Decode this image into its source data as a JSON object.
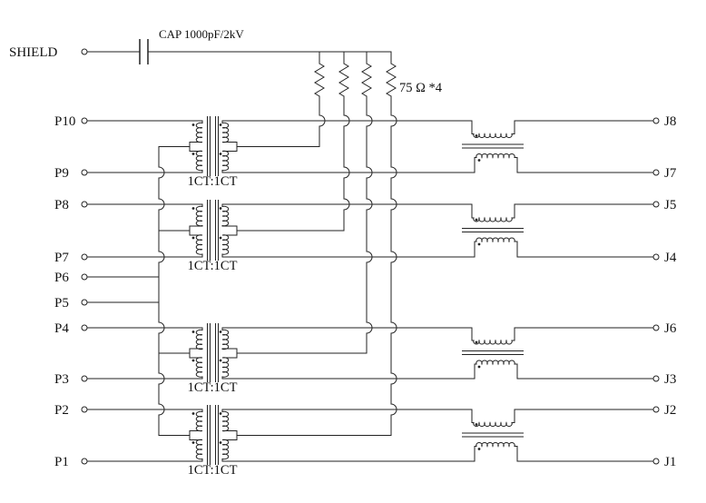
{
  "schematic": {
    "background_color": "#ffffff",
    "line_color": "#222222",
    "text_color": "#111111",
    "capacitor": {
      "label": "CAP 1000pF/2kV"
    },
    "resistor_bank": {
      "label": "75 Ω *4",
      "count": 4
    },
    "transformers": [
      {
        "label": "1CT:1CT"
      },
      {
        "label": "1CT:1CT"
      },
      {
        "label": "1CT:1CT"
      },
      {
        "label": "1CT:1CT"
      }
    ],
    "left_terminals": [
      {
        "label": "SHIELD"
      },
      {
        "label": "P10"
      },
      {
        "label": "P9"
      },
      {
        "label": "P8"
      },
      {
        "label": "P7"
      },
      {
        "label": "P6"
      },
      {
        "label": "P5"
      },
      {
        "label": "P4"
      },
      {
        "label": "P3"
      },
      {
        "label": "P2"
      },
      {
        "label": "P1"
      }
    ],
    "right_terminals": [
      {
        "label": "J8"
      },
      {
        "label": "J7"
      },
      {
        "label": "J5"
      },
      {
        "label": "J4"
      },
      {
        "label": "J6"
      },
      {
        "label": "J3"
      },
      {
        "label": "J2"
      },
      {
        "label": "J1"
      }
    ]
  }
}
